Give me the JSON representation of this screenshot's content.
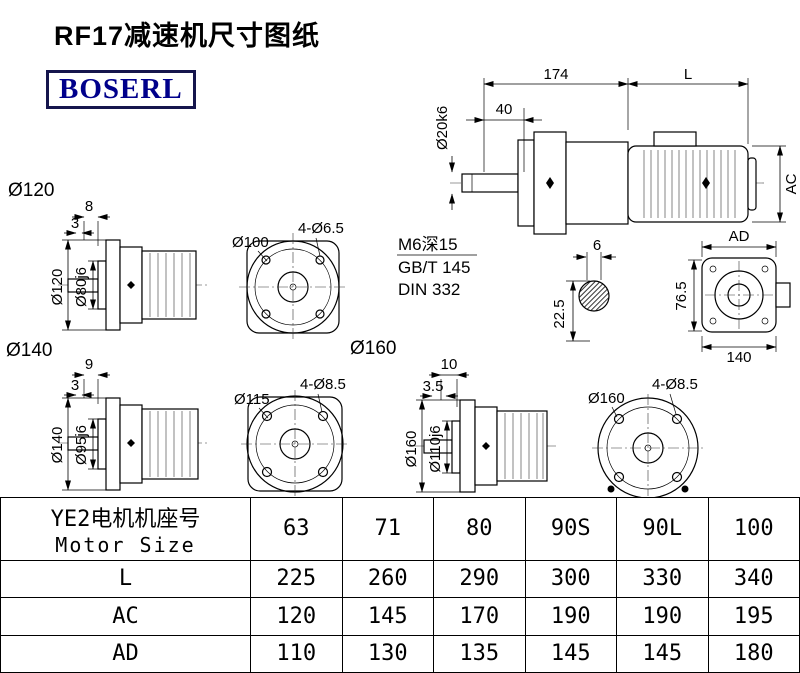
{
  "page": {
    "title": "RF17减速机尺寸图纸",
    "logo": "BOSERL"
  },
  "assembly": {
    "dim_174": "174",
    "dim_l": "L",
    "dim_40": "40",
    "dim_shaft_dia": "Ø20k6",
    "dim_ac": "AC",
    "dim_ad": "AD",
    "note_thread": "M6深15",
    "note_gb": "GB/T 145",
    "note_din": "DIN 332",
    "dim_key_width": "6",
    "dim_key_depth": "22.5",
    "dim_flange_h": "76.5",
    "dim_flange_w": "140"
  },
  "flange_120": {
    "label": "Ø120",
    "dim_a": "8",
    "dim_b": "3",
    "dim_outer": "Ø120",
    "dim_spigot": "Ø80j6",
    "dim_bolt_circle": "Ø100",
    "dim_holes": "4-Ø6.5"
  },
  "flange_140": {
    "label": "Ø140",
    "dim_a": "9",
    "dim_b": "3",
    "dim_outer": "Ø140",
    "dim_spigot": "Ø95j6",
    "dim_bolt_circle": "Ø115",
    "dim_holes": "4-Ø8.5"
  },
  "flange_160": {
    "label": "Ø160",
    "dim_a": "10",
    "dim_b": "3.5",
    "dim_outer": "Ø160",
    "dim_spigot": "Ø110j6",
    "dim_bolt_circle": "Ø160",
    "dim_holes": "4-Ø8.5"
  },
  "table": {
    "header_cn": "YE2电机机座号",
    "header_en": "Motor Size",
    "sizes": [
      "63",
      "71",
      "80",
      "90S",
      "90L",
      "100"
    ],
    "rows": [
      {
        "label": "L",
        "values": [
          "225",
          "260",
          "290",
          "300",
          "330",
          "340"
        ]
      },
      {
        "label": "AC",
        "values": [
          "120",
          "145",
          "170",
          "190",
          "190",
          "195"
        ]
      },
      {
        "label": "AD",
        "values": [
          "110",
          "130",
          "135",
          "145",
          "145",
          "180"
        ]
      }
    ]
  }
}
